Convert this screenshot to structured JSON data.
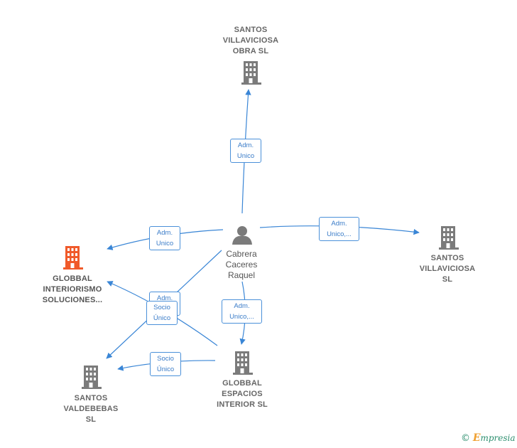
{
  "colors": {
    "edge": "#3a86d6",
    "company_icon": "#7b7b7b",
    "company_icon_highlight": "#f05a2a",
    "person_icon": "#7b7b7b",
    "label_text": "#666666",
    "edge_label_text": "#3a7cc8",
    "brand_green": "#2d8f6f",
    "brand_orange": "#f0a030"
  },
  "nodes": {
    "santos_villaviciosa_obra": {
      "label": "SANTOS\nVILLAVICIOSA\nOBRA  SL",
      "icon": "building-icon"
    },
    "santos_villaviciosa": {
      "label": "SANTOS\nVILLAVICIOSA\nSL",
      "icon": "building-icon"
    },
    "globbal_interiorismo": {
      "label": "GLOBBAL\nINTERIORISMO\nSOLUCIONES...",
      "icon": "building-icon-highlight"
    },
    "santos_valdebebas": {
      "label": "SANTOS\nVALDEBEBAS\nSL",
      "icon": "building-icon"
    },
    "globbal_espacios": {
      "label": "GLOBBAL\nESPACIOS\nINTERIOR  SL",
      "icon": "building-icon"
    },
    "person": {
      "label": "Cabrera\nCaceres\nRaquel",
      "icon": "person-icon"
    }
  },
  "edges": {
    "to_obra": {
      "label": "Adm.\nUnico"
    },
    "to_villaviciosa": {
      "label": "Adm.\nUnico,..."
    },
    "to_interiorismo": {
      "label": "Adm.\nUnico"
    },
    "to_espacios": {
      "label": "Adm.\nUnico,..."
    },
    "person_to_valdebebas_hidden": {
      "label": "Adm."
    },
    "socio_unico_1": {
      "label": "Socio\nÚnico"
    },
    "socio_unico_2": {
      "label": "Socio\nÚnico"
    }
  },
  "footer": {
    "copyright_symbol": "©",
    "brand_first_letter": "E",
    "brand_rest": "mpresia"
  }
}
